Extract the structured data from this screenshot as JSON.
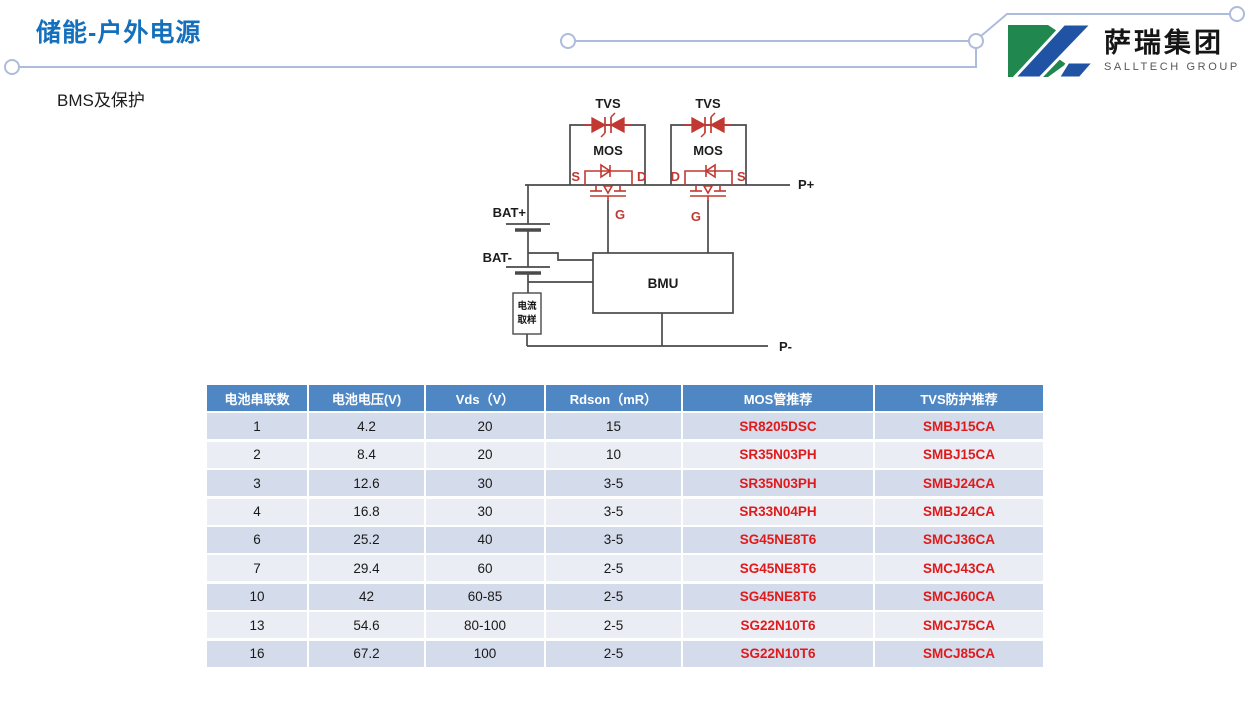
{
  "slide": {
    "title": "储能-户外电源",
    "subtitle": "BMS及保护"
  },
  "logo": {
    "company_cn": "萨瑞集团",
    "company_en": "SALLTECH GROUP"
  },
  "diagram": {
    "labels": {
      "tvs1": "TVS",
      "tvs2": "TVS",
      "mos1": "MOS",
      "mos2": "MOS",
      "s1": "S",
      "d1": "D",
      "d2": "D",
      "s2": "S",
      "g1": "G",
      "g2": "G",
      "bat_plus": "BAT+",
      "bat_minus": "BAT-",
      "bmu": "BMU",
      "current_sample_line1": "电流",
      "current_sample_line2": "取样",
      "p_plus": "P+",
      "p_minus": "P-"
    }
  },
  "table": {
    "headers": [
      "电池串联数",
      "电池电压(V)",
      "Vds（V）",
      "Rdson（mR）",
      "MOS管推荐",
      "TVS防护推荐"
    ],
    "rows": [
      [
        "1",
        "4.2",
        "20",
        "15",
        "SR8205DSC",
        "SMBJ15CA"
      ],
      [
        "2",
        "8.4",
        "20",
        "10",
        "SR35N03PH",
        "SMBJ15CA"
      ],
      [
        "3",
        "12.6",
        "30",
        "3-5",
        "SR35N03PH",
        "SMBJ24CA"
      ],
      [
        "4",
        "16.8",
        "30",
        "3-5",
        "SR33N04PH",
        "SMBJ24CA"
      ],
      [
        "6",
        "25.2",
        "40",
        "3-5",
        "SG45NE8T6",
        "SMCJ36CA"
      ],
      [
        "7",
        "29.4",
        "60",
        "2-5",
        "SG45NE8T6",
        "SMCJ43CA"
      ],
      [
        "10",
        "42",
        "60-85",
        "2-5",
        "SG45NE8T6",
        "SMCJ60CA"
      ],
      [
        "13",
        "54.6",
        "80-100",
        "2-5",
        "SG22N10T6",
        "SMCJ75CA"
      ],
      [
        "16",
        "67.2",
        "100",
        "2-5",
        "SG22N10T6",
        "SMCJ85CA"
      ]
    ]
  },
  "colors": {
    "title_blue": "#1470BD",
    "header_blue": "#4E87C4",
    "row_dark": "#D4DBEB",
    "row_light": "#EAEDF4",
    "part_red": "#E01A1A",
    "circuit_red": "#C13832",
    "circuit_dark": "#4A4A4A",
    "deco_line": "#AEBCDC",
    "logo_green": "#20874E",
    "logo_blue": "#2153A4"
  }
}
